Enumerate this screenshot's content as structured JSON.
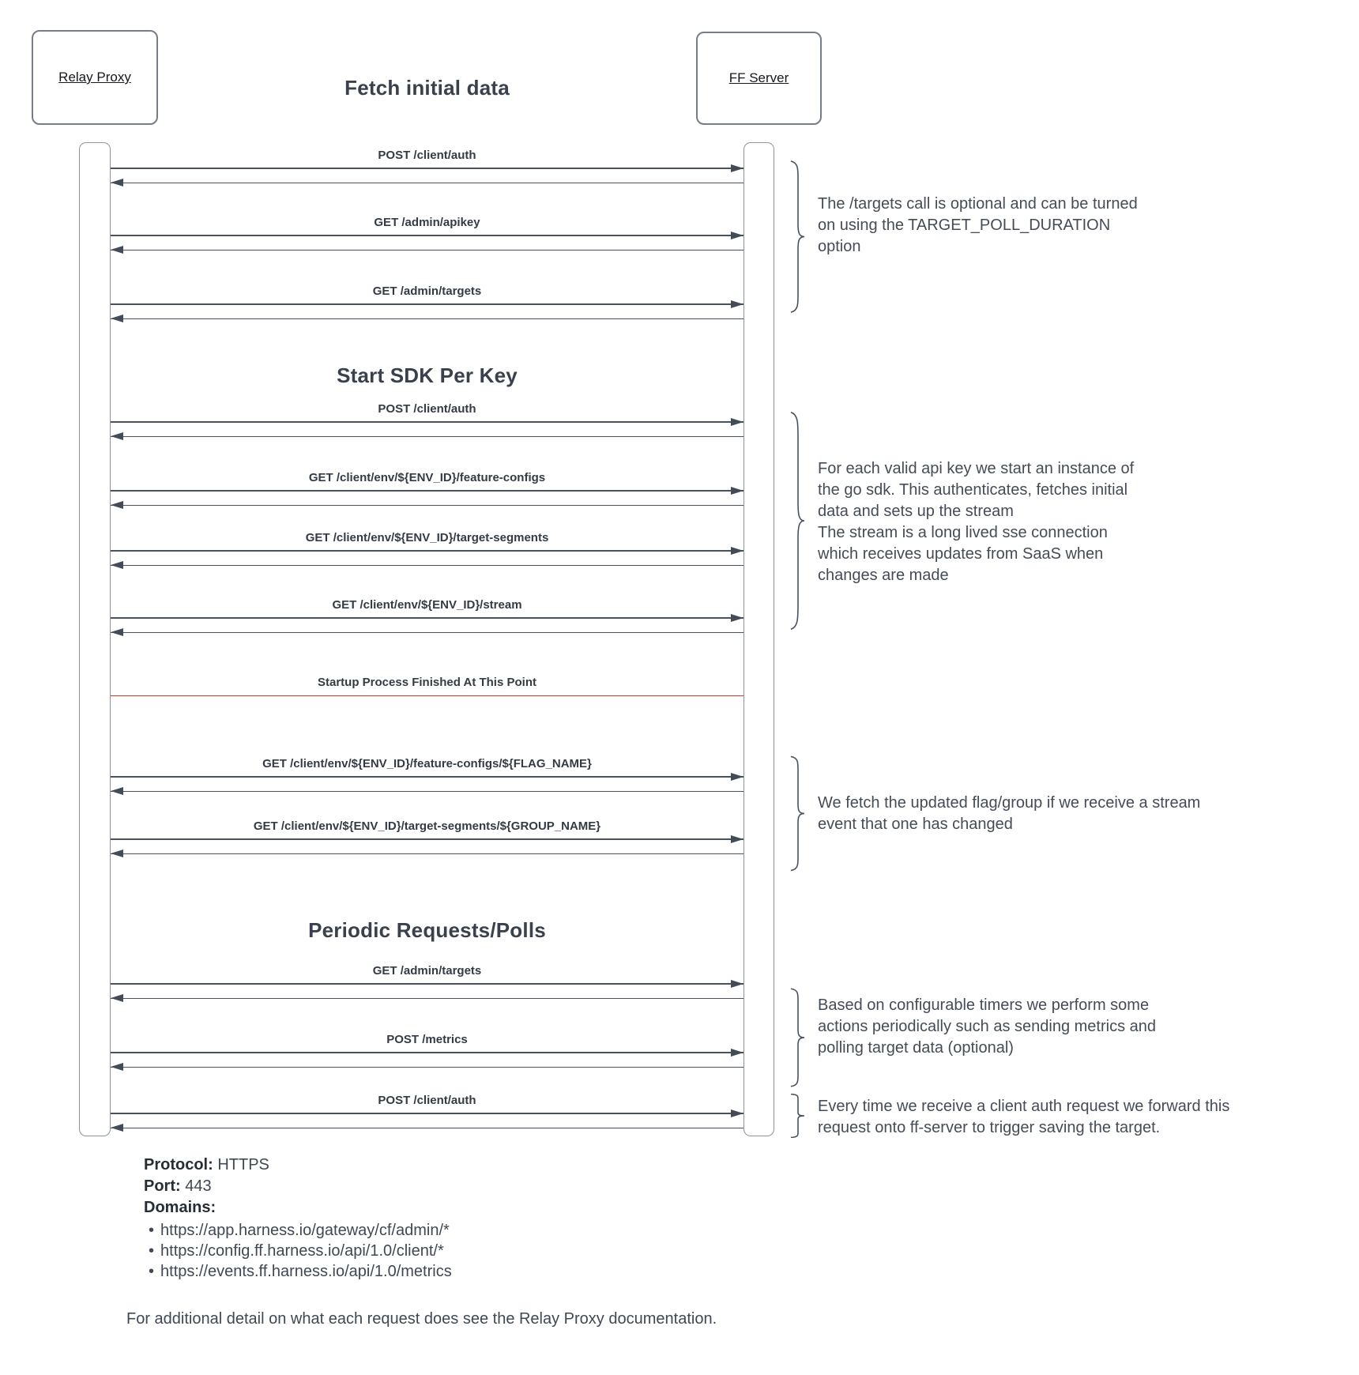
{
  "title": "Fetch initial data",
  "actors": {
    "left": "Relay Proxy",
    "right": "FF Server"
  },
  "sections": [
    {
      "title": "Start SDK Per Key"
    },
    {
      "title": "Periodic Requests/Polls"
    }
  ],
  "divider": {
    "label": "Startup Process Finished At This Point",
    "color": "#c0392b"
  },
  "messages": [
    {
      "label": "POST /client/auth"
    },
    {
      "label": "GET /admin/apikey"
    },
    {
      "label": "GET /admin/targets"
    },
    {
      "label": "POST /client/auth"
    },
    {
      "label": "GET /client/env/${ENV_ID}/feature-configs"
    },
    {
      "label": "GET /client/env/${ENV_ID}/target-segments"
    },
    {
      "label": "GET /client/env/${ENV_ID}/stream"
    },
    {
      "label": "GET /client/env/${ENV_ID}/feature-configs/${FLAG_NAME}"
    },
    {
      "label": "GET /client/env/${ENV_ID}/target-segments/${GROUP_NAME}"
    },
    {
      "label": "GET /admin/targets"
    },
    {
      "label": "POST /metrics"
    },
    {
      "label": "POST /client/auth"
    }
  ],
  "annotations": [
    {
      "text": "The /targets call is optional and can be turned\non using the TARGET_POLL_DURATION\noption"
    },
    {
      "text": "For each valid api key we start an instance of\nthe go sdk. This authenticates, fetches initial\ndata and sets up the stream\nThe stream is a long lived sse connection\nwhich receives updates from SaaS when\nchanges are made"
    },
    {
      "text": "We fetch the updated flag/group if we receive a stream\nevent that one has changed"
    },
    {
      "text": "Based on configurable timers we perform some\nactions periodically such as sending metrics and\npolling target data (optional)"
    },
    {
      "text": "Every time we receive a client auth request we forward this\nrequest onto ff-server to trigger saving the target."
    }
  ],
  "footer": {
    "protocol_label": "Protocol:",
    "protocol_value": " HTTPS",
    "port_label": "Port:",
    "port_value": " 443",
    "domains_label": "Domains:",
    "bullet": "•",
    "domains": [
      "https://app.harness.io/gateway/cf/admin/*",
      "https://config.ff.harness.io/api/1.0/client/*",
      "https://events.ff.harness.io/api/1.0/metrics"
    ],
    "note": "For additional detail on what each request does see the Relay Proxy documentation."
  },
  "colors": {
    "line": "#4a525e",
    "text": "#3e4550",
    "divider_red": "#c0392b",
    "border_gray": "#8f959d"
  }
}
